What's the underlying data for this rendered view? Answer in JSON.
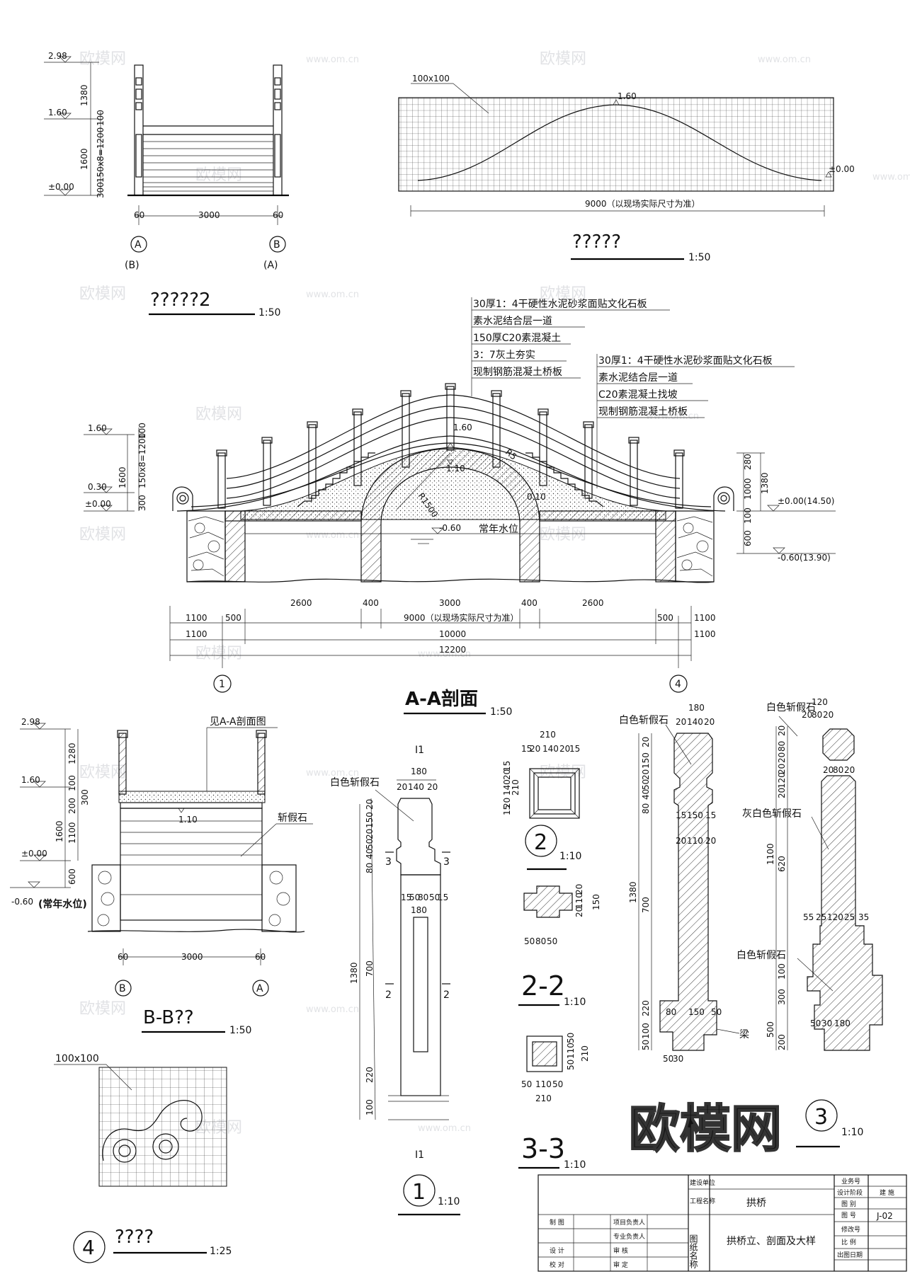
{
  "views": {
    "top_left_elevation": {
      "title": "?????2",
      "scale": "1:50",
      "levels": [
        "2.98",
        "1.60",
        "±0.00"
      ],
      "vdims": [
        "1380",
        "100",
        "1600",
        "150x8=1200",
        "300"
      ],
      "hdims": [
        "60",
        "3000",
        "60"
      ],
      "axes": [
        "A",
        "(B)",
        "B",
        "(A)"
      ]
    },
    "top_right_plan": {
      "title": "?????",
      "scale": "1:50",
      "grid_label": "100x100",
      "level_top": "1.60",
      "level_end": "±0.00",
      "length": "9000（以现场实际尺寸为准）"
    },
    "section_aa": {
      "title": "A-A剖面",
      "scale": "1:50",
      "notes_left": [
        "30厚1：4干硬性水泥砂浆面贴文化石板",
        "素水泥结合层一道",
        "150厚C20素混凝土",
        "3：7灰土夯实",
        "现制钢筋混凝土桥板"
      ],
      "notes_right": [
        "30厚1：4干硬性水泥砂浆面贴文化石板",
        "素水泥结合层一道",
        "C20素混凝土找坡",
        "现制钢筋混凝土桥板"
      ],
      "levels_left": [
        "1.60",
        "0.30",
        "±0.00"
      ],
      "vdims_left": [
        "100",
        "1600",
        "150x8=1200",
        "300"
      ],
      "levels_right": [
        "±0.00(14.50)",
        "-0.60(13.90)"
      ],
      "vdims_right": [
        "280",
        "1000",
        "1380",
        "100",
        "600"
      ],
      "arch_labels": [
        "1.60",
        "1.10",
        "R1500",
        "R5",
        "0.10"
      ],
      "water_level": "-0.60",
      "water_text": "常年水位",
      "dim_row1": [
        "1100",
        "500",
        "2600",
        "400",
        "3000",
        "400",
        "2600",
        "500",
        "1100"
      ],
      "dim_row1_text": "9000（以现场实际尺寸为准）",
      "dim_row2": [
        "1100",
        "10000",
        "1100"
      ],
      "dim_row3": [
        "12200"
      ],
      "axes": [
        "1",
        "4"
      ]
    },
    "section_bb": {
      "title": "B-B??",
      "scale": "1:50",
      "levels": [
        "2.98",
        "1.60",
        "±0.00",
        "-0.60"
      ],
      "water_text": "(常年水位)",
      "vdims": [
        "1280",
        "100",
        "300",
        "200",
        "1600",
        "1100",
        "600"
      ],
      "notes": [
        "见A-A剖面图",
        "斩假石"
      ],
      "level_mark": "1.10",
      "hdims": [
        "60",
        "3000",
        "60"
      ],
      "axes": [
        "B",
        "A"
      ]
    },
    "detail_4": {
      "number": "4",
      "title": "????",
      "scale": "1:25",
      "grid_label": "100x100"
    },
    "detail_1": {
      "number": "1",
      "scale": "1:10",
      "top_label": "I1",
      "bottom_label": "I1",
      "material": "白色斩假石",
      "top_dims": [
        "180",
        "20",
        "140",
        "20"
      ],
      "mid_dims": [
        "15",
        "50",
        "80",
        "50",
        "15",
        "180"
      ],
      "vdims": [
        "20",
        "150",
        "20",
        "50",
        "40",
        "80",
        "700",
        "220",
        "100",
        "1380"
      ],
      "cuts": [
        "3",
        "3",
        "2",
        "2"
      ]
    },
    "detail_2": {
      "number": "2",
      "scale": "1:10",
      "hdims": [
        "210",
        "15",
        "20",
        "140",
        "20",
        "15"
      ],
      "vdims": [
        "210",
        "15",
        "20",
        "140",
        "20",
        "15"
      ]
    },
    "detail_22": {
      "title": "2-2",
      "scale": "1:10",
      "hdims": [
        "50",
        "80",
        "50"
      ],
      "vdims": [
        "20",
        "110",
        "20",
        "150"
      ]
    },
    "detail_33": {
      "title": "3-3",
      "scale": "1:10",
      "hdims": [
        "50",
        "110",
        "50",
        "210"
      ],
      "vdims": [
        "50",
        "110",
        "50",
        "210"
      ]
    },
    "detail_post_section": {
      "material": "白色斩假石",
      "top_dims": [
        "180",
        "20",
        "140",
        "20"
      ],
      "mid_dims": [
        "15",
        "150",
        "15",
        "20",
        "110",
        "20"
      ],
      "vdims": [
        "20",
        "150",
        "20",
        "50",
        "40",
        "80",
        "700",
        "220",
        "100",
        "50",
        "1380"
      ],
      "bottom_dims": [
        "80",
        "150",
        "50",
        "50",
        "30"
      ],
      "beam": "梁"
    },
    "detail_3": {
      "number": "3",
      "scale": "1:10",
      "materials": [
        "白色斩假石",
        "灰白色斩假石",
        "白色斩假石"
      ],
      "top_dims": [
        "120",
        "20",
        "80",
        "20"
      ],
      "vdims": [
        "20",
        "80",
        "20",
        "20",
        "120",
        "20",
        "1100",
        "620",
        "100",
        "300",
        "500",
        "200"
      ],
      "mid_dims": [
        "55",
        "25",
        "120",
        "25",
        "35",
        "20",
        "80",
        "20"
      ],
      "low_dims": [
        "50",
        "30",
        "180"
      ]
    }
  },
  "watermark": {
    "text": "欧模网",
    "url": "www.om.cn",
    "logo": "欧模网"
  },
  "title_block": {
    "construction_unit": "建设单位",
    "project_name_label": "工程名称",
    "project_name": "拱桥",
    "drawing_name_label": "图纸名称",
    "drawing_name": "拱桥立、剖面及大样",
    "rows_left": [
      "制 图",
      "设 计",
      "校 对"
    ],
    "rows_mid": [
      "项目负责人",
      "专业负责人",
      "审 核",
      "审 定"
    ],
    "right_labels": [
      "业务号",
      "设计阶段",
      "图 别",
      "图 号",
      "修改号",
      "比 例",
      "出图日期"
    ],
    "right_values": [
      "",
      "建 施",
      "",
      "J-02",
      "",
      "",
      ""
    ]
  }
}
